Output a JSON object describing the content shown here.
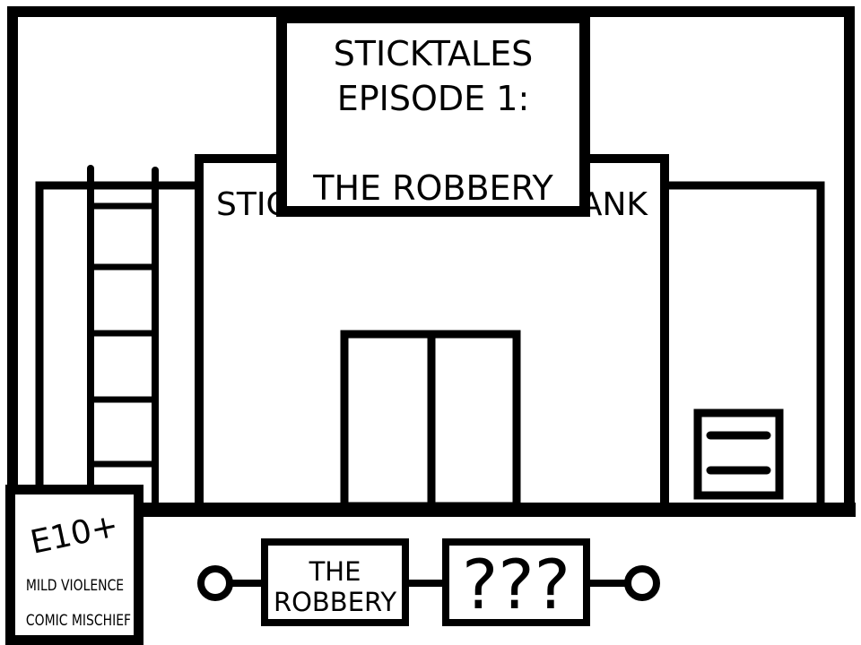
{
  "title": {
    "line1": "STICKTALES",
    "line2": "EPISODE 1:",
    "line3": "THE ROBBERY"
  },
  "bank": {
    "sign_left": "STIC",
    "sign_right": "ANK"
  },
  "rating": {
    "code": "E10+",
    "descriptors": [
      "MILD VIOLENCE",
      "COMIC MISCHIEF"
    ]
  },
  "episodes": [
    {
      "line1": "THE",
      "line2": "ROBBERY"
    },
    {
      "label": "???"
    }
  ],
  "colors": {
    "ink": "#000000",
    "paper": "#ffffff"
  }
}
